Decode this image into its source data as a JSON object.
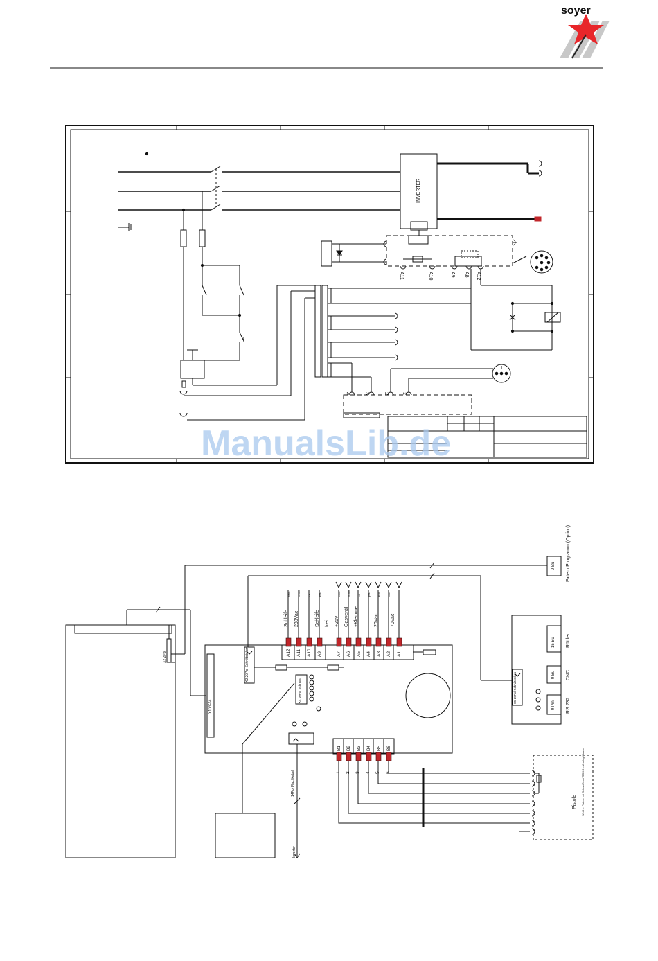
{
  "header": {
    "brand": "soyer",
    "brand_color": "#e8262a",
    "logo_icon": "soyer-star-logo-icon"
  },
  "watermark": {
    "text": "ManualsLib.de",
    "color": "#a9c9ee"
  },
  "diagram1": {
    "inverter_label": "INVERTER",
    "terminals": [
      "A11",
      "A10",
      "A9",
      "A8",
      "A12"
    ],
    "terminal_numbers": [
      "4",
      "3",
      "2",
      "1"
    ]
  },
  "diagram2": {
    "connectors": {
      "extern": "9 Bu",
      "ruettler": "15 Bu",
      "cnc": "9 Bu",
      "rs232": "9 Pin",
      "x2": "X2 20Pol Schnittstellen",
      "x1": "X1 VG64",
      "x2pol": "X2 2Pol",
      "x4": "X4 10Pol Schnittst",
      "x5": "X5 20Pol Schnittstellen"
    },
    "labels": {
      "extern": "Extern Programm (Option)",
      "ruettler": "Rüttler",
      "cnc": "CNC",
      "rs232": "RS 232",
      "pistole": "Pistole",
      "pistole_note": "Weiß = Pistole bei Schweißen / ROHO = Analog Masse",
      "fernbedienung": "14Pol Flachkabel",
      "inverter": "Inverter"
    },
    "top_terminals": [
      "A12",
      "A11",
      "A10",
      "A9",
      "A7",
      "A6",
      "A5",
      "A4",
      "A3",
      "A2",
      "A1"
    ],
    "top_labels": [
      "Schleife",
      "230Vac",
      "Schleife",
      "frei",
      "+26V",
      "Gasventil",
      "+Klemme",
      "20Vac",
      "70Vac"
    ],
    "wire_colors": [
      "weiß",
      "braun",
      "rot",
      "gelb",
      "weiß",
      "braun",
      "rot",
      "gelb",
      "grün",
      "blau"
    ],
    "bottom_terminals": [
      "B1",
      "B2",
      "B3",
      "B4",
      "B5",
      "B6"
    ],
    "bottom_numbers": [
      "1",
      "2",
      "3",
      "4",
      "5",
      "6"
    ]
  }
}
